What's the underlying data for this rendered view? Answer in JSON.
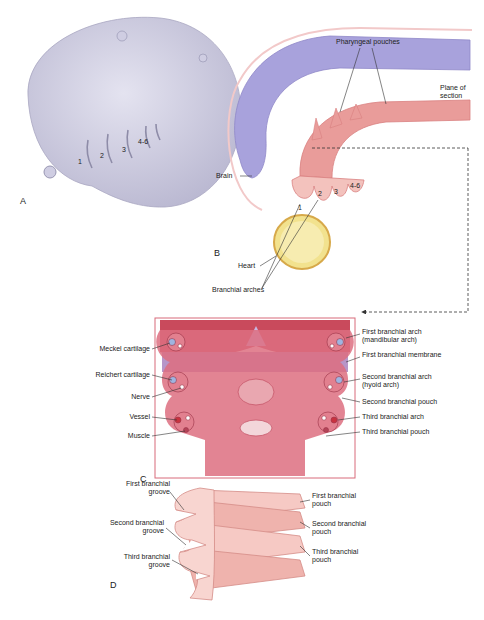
{
  "diagram": {
    "labels": [
      "1",
      "2",
      "3",
      "4-6",
      "A",
      "Pharyngeal pouches",
      "Plane of section",
      "Brain",
      "1",
      "2",
      "3",
      "4-6",
      "Branchial arches",
      "Heart",
      "B",
      "Meckel cartilage",
      "Reichert cartilage",
      "Nerve",
      "Vessel",
      "Muscle",
      "First branchial arch (mandibular arch)",
      "First branchial membrane",
      "Second branchial arch (hyoid arch)",
      "Second branchial pouch",
      "Third branchial arch",
      "Third branchial pouch",
      "C",
      "First branchial pouch",
      "Second branchial pouch",
      "Third branchial pouch",
      "First branchial groove",
      "Second branchial groove",
      "Third branchial groove",
      "D"
    ]
  }
}
